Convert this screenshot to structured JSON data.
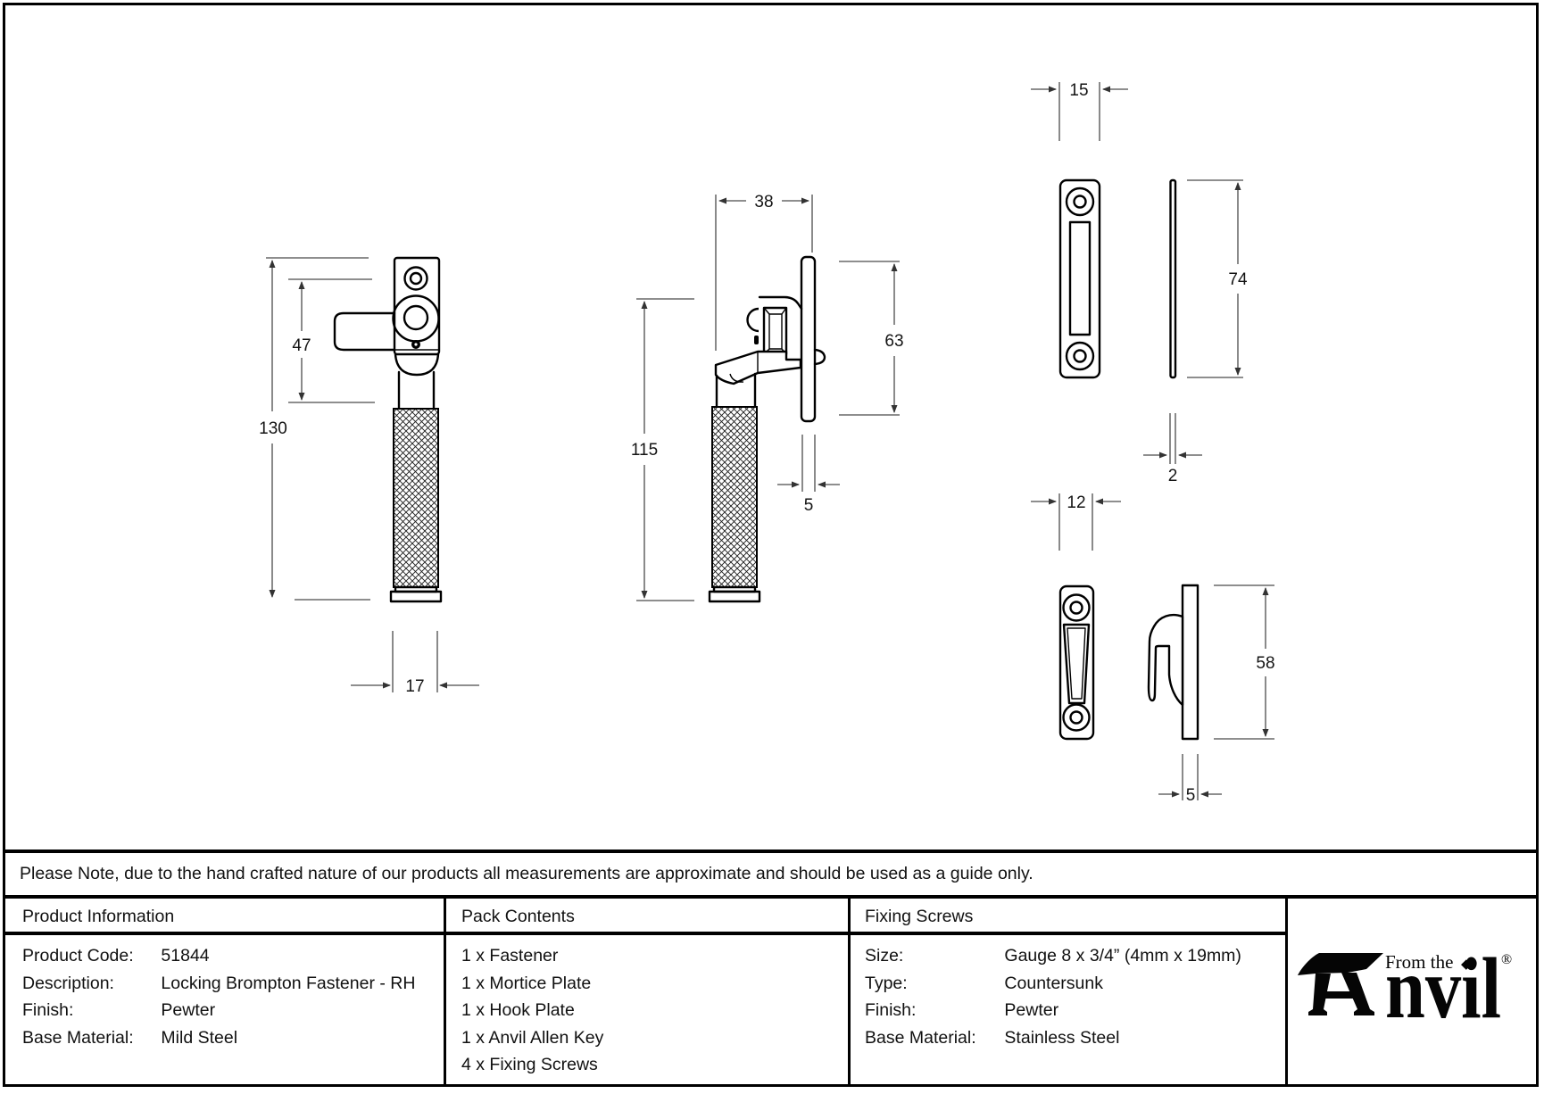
{
  "colors": {
    "line": "#000000",
    "dim_line": "#4a4a4a",
    "background": "#ffffff"
  },
  "drawing": {
    "dims": {
      "fastener_height": "130",
      "fastener_lock_section_height": "47",
      "fastener_grip_width": "17",
      "side_projection_width": "38",
      "side_handle_length": "115",
      "side_plate_height": "63",
      "side_plate_thickness": "5",
      "mortice_plate_width": "15",
      "mortice_plate_height": "74",
      "mortice_plate_thickness": "2",
      "hook_plate_width": "12",
      "hook_plate_height": "58",
      "hook_plate_thickness": "5"
    }
  },
  "note": "Please Note, due to the hand crafted nature of our products all measurements are approximate and should be used as a guide only.",
  "table": {
    "product_information": {
      "header": "Product Information",
      "rows": [
        {
          "label": "Product Code:",
          "value": "51844"
        },
        {
          "label": "Description:",
          "value": "Locking Brompton Fastener - RH"
        },
        {
          "label": "Finish:",
          "value": "Pewter"
        },
        {
          "label": "Base Material:",
          "value": "Mild Steel"
        }
      ]
    },
    "pack_contents": {
      "header": "Pack Contents",
      "items": [
        "1 x Fastener",
        "1 x Mortice Plate",
        "1 x Hook Plate",
        "1 x Anvil Allen Key",
        "4 x Fixing Screws"
      ]
    },
    "fixing_screws": {
      "header": "Fixing Screws",
      "rows": [
        {
          "label": "Size:",
          "value": "Gauge 8 x 3/4” (4mm x 19mm)"
        },
        {
          "label": "Type:",
          "value": "Countersunk"
        },
        {
          "label": "Finish:",
          "value": "Pewter"
        },
        {
          "label": "Base Material:",
          "value": "Stainless Steel"
        }
      ]
    }
  },
  "logo": {
    "from_the": "From the",
    "anvil_text": "nvil",
    "diamond": "◆",
    "registered": "®"
  }
}
